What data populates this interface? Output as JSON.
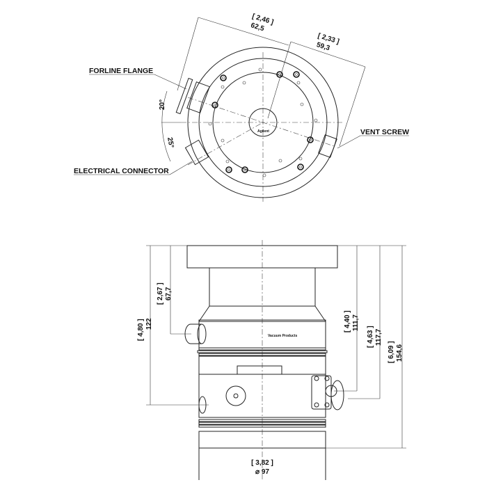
{
  "callouts": {
    "forline_flange": "FORLINE FLANGE",
    "vent_screw": "VENT SCREW",
    "electrical_connector": "ELECTRICAL CONNECTOR"
  },
  "top_view": {
    "dim_a_in": "[ 2,46 ]",
    "dim_a_mm": "62,5",
    "dim_b_in": "[ 2,33 ]",
    "dim_b_mm": "59,3",
    "angle_1": "20°",
    "angle_2": "25°",
    "hub_text": "Agilent"
  },
  "side_view": {
    "body_label": "Vacuum Products",
    "dims": [
      {
        "in": "[ 4,80 ]",
        "mm": "122"
      },
      {
        "in": "[ 2,67 ]",
        "mm": "67,7"
      },
      {
        "in": "[ 4,40 ]",
        "mm": "111,7"
      },
      {
        "in": "[ 4,63 ]",
        "mm": "117,7"
      },
      {
        "in": "[ 6,09 ]",
        "mm": "154,6"
      }
    ],
    "diameter_in": "[ 3,82 ]",
    "diameter_mm": "⌀ 97"
  }
}
